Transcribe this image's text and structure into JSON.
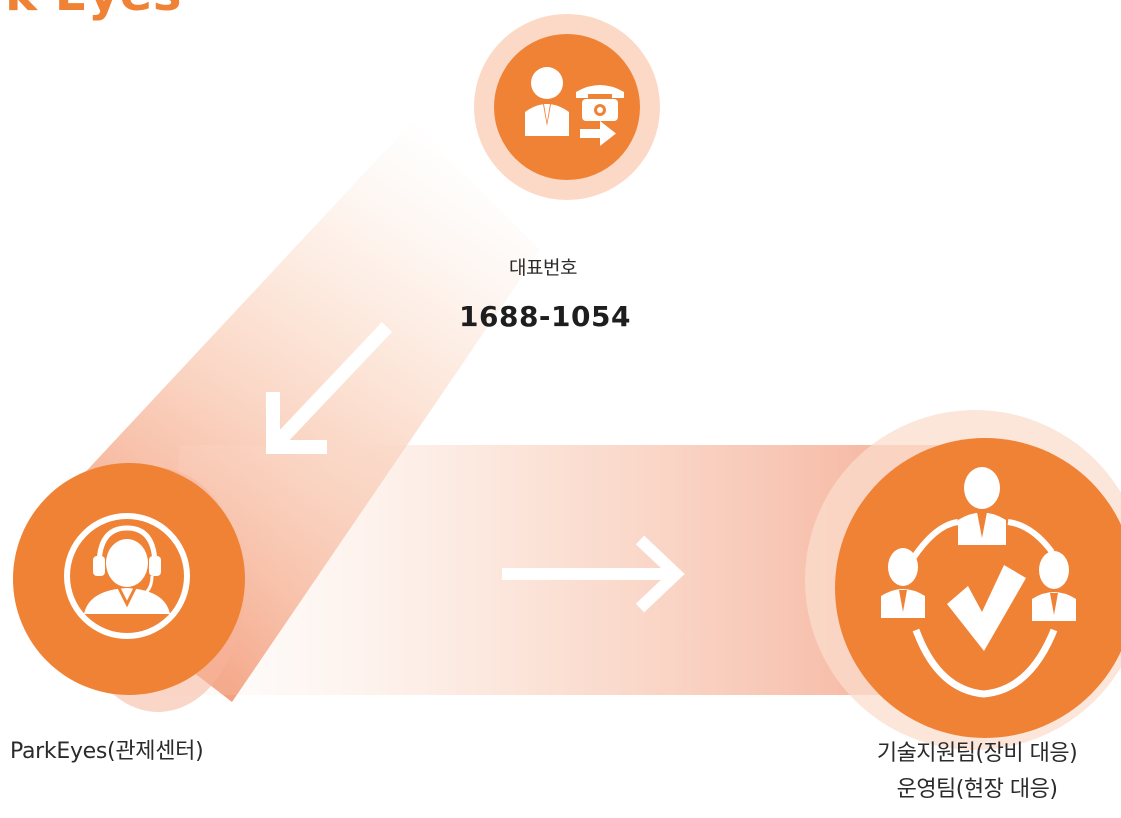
{
  "header": {
    "title_fragment": "ark Eyes"
  },
  "phone": {
    "label": "대표번호",
    "number": "1688-1054"
  },
  "control_center": {
    "label": "ParkEyes(관제센터)"
  },
  "tech_team": {
    "line1": "기술지원팀(장비 대응)",
    "line2": "운영팀(현장 대응)"
  },
  "colors": {
    "accent": "#f08236",
    "halo": "#fbd7c2",
    "band": "#f3a78a",
    "text": "#2b2b2b"
  },
  "icons": {
    "phone_node": "agent-phone-forward-icon",
    "center_node": "headset-operator-icon",
    "team_node": "team-check-icon"
  }
}
